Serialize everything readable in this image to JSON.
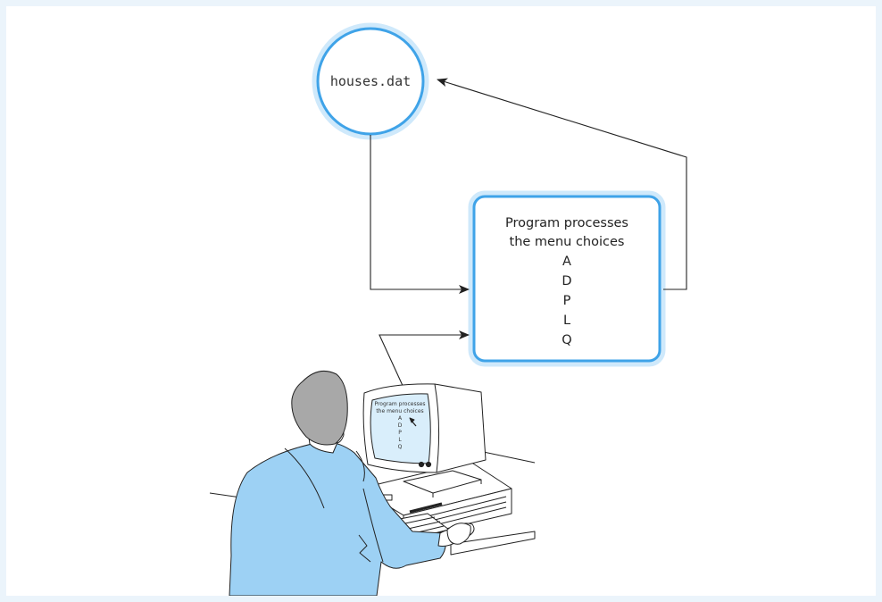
{
  "file_node": {
    "label": "houses.dat"
  },
  "process_node": {
    "title_line1": "Program processes",
    "title_line2": "the menu choices",
    "choices": [
      "A",
      "D",
      "P",
      "L",
      "Q"
    ]
  },
  "screen": {
    "line1": "Program processes",
    "line2": "the menu choices",
    "choices": [
      "A",
      "D",
      "P",
      "L",
      "Q"
    ]
  },
  "colors": {
    "node_border": "#3fa3e8",
    "node_glow": "#bde2fa",
    "shirt": "#9dd1f4",
    "hair": "#a8a8a8",
    "screen": "#d9eefb",
    "line": "#222222",
    "background": "#ebf4fb"
  }
}
